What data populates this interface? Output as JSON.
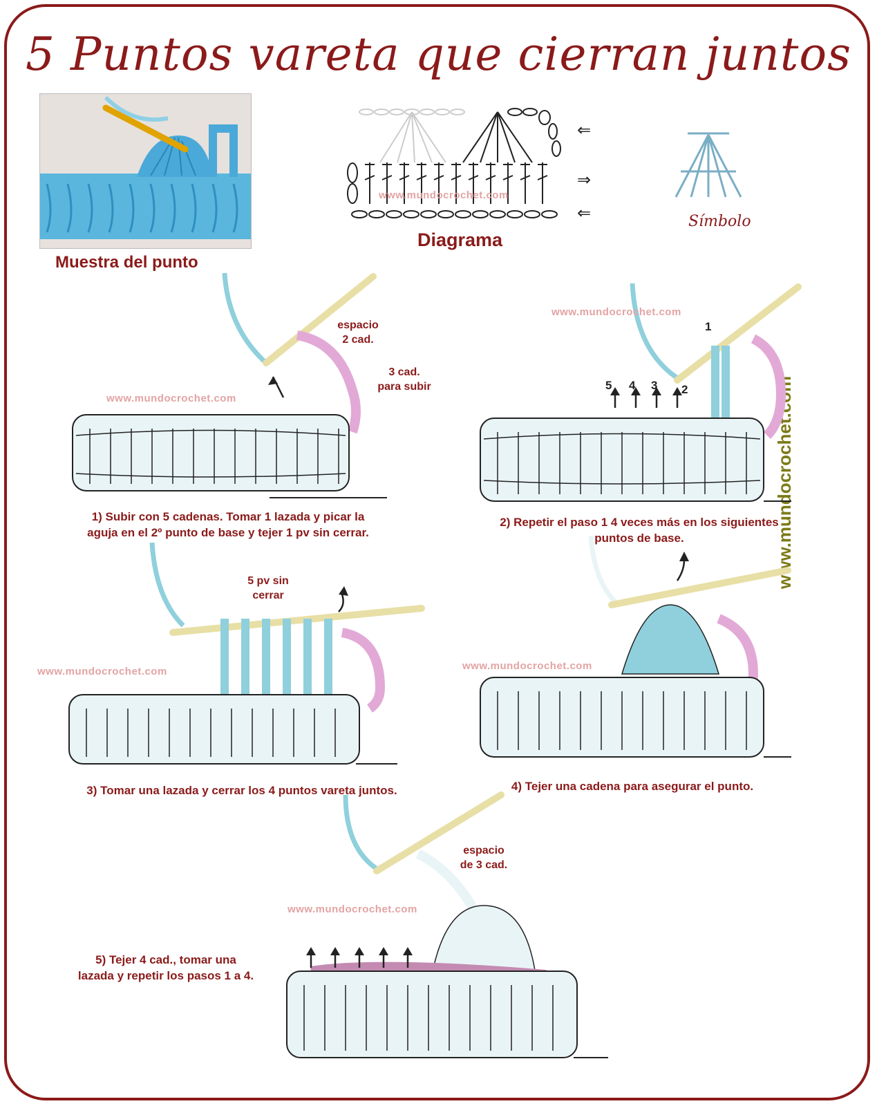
{
  "title": "5 Puntos vareta que cierran juntos",
  "headers": {
    "muestra": "Muestra del punto",
    "diagrama": "Diagrama",
    "simbolo": "Símbolo"
  },
  "watermark": "www.mundocrochet.com",
  "side_url": "www.mundocrochet.com",
  "steps": [
    {
      "line1": "1) Subir con 5 cadenas. Tomar 1 lazada y picar la",
      "line2": "aguja en el 2º punto de base y tejer 1 pv sin cerrar."
    },
    {
      "line1": "2) Repetir el paso 1 4 veces más en los siguientes",
      "line2": "puntos de base."
    },
    {
      "line1": "3) Tomar una lazada y cerrar los 4 puntos vareta juntos."
    },
    {
      "line1": "4) Tejer una cadena para asegurar el punto."
    },
    {
      "line1": "5) Tejer 4 cad., tomar una",
      "line2": "lazada y repetir los pasos 1 a 4."
    }
  ],
  "notes": {
    "espacio2_l1": "espacio",
    "espacio2_l2": "2 cad.",
    "cad3_l1": "3 cad.",
    "cad3_l2": "para subir",
    "pv5_l1": "5 pv sin",
    "pv5_l2": "cerrar",
    "espacio3_l1": "espacio",
    "espacio3_l2": "de 3 cad."
  },
  "step2_numbers": [
    "5",
    "4",
    "3",
    "2",
    "1"
  ],
  "arrows": {
    "left": "⇐",
    "right": "⇒"
  },
  "colors": {
    "brand": "#8b1a1a",
    "yarn_blue": "#8fd0dc",
    "yarn_pink": "#e2a9d6",
    "base_stitch": "#e9f4f6",
    "side_url": "#7c7a17"
  }
}
